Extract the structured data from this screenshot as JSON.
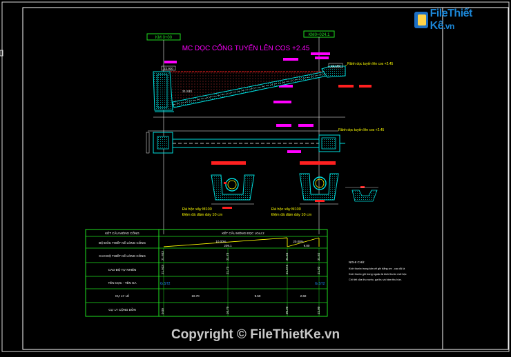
{
  "drawing": {
    "title": "MC DỌC CỐNG TUYẾN LÊN COS +2.45",
    "station_left": "KM 0+00",
    "station_right": "KM0+024.1",
    "dim_left_height": "22.930",
    "dim_left_depth": "21.533",
    "dim_right_top": "22.160",
    "ditch_label_top": "Rãnh dọc tuyến lên cos +2.45",
    "ditch_label_plan": "Rãnh dọc tuyến lên cos +2.45",
    "section_note_1a": "Đá hộc xây M100",
    "section_note_1b": "Đệm đá dăm dày 10 cm",
    "section_note_2a": "Đá hộc xây M100",
    "section_note_2b": "Đệm đá dăm dày 10 cm"
  },
  "table": {
    "header_left": "KẾT CẤU MÓNG CỐNG",
    "header_right": "KẾT CẤU MÓNG ĐỌC LOẠI 2",
    "rows": [
      {
        "label": "ĐỘ DỐC THIẾT KẾ LÒNG CỐNG"
      },
      {
        "label": "CAO ĐỘ THIẾT KẾ LÒNG CỐNG"
      },
      {
        "label": "CAO ĐỘ TỰ NHIÊN"
      },
      {
        "label": "TÊN CỌC - TÊN GA"
      },
      {
        "label": "CỰ LY LẺ"
      },
      {
        "label": "CỰ LY CỘNG DỒN"
      }
    ],
    "slope_1": "10.00%",
    "slope_1b": "209.1",
    "slope_2": "20.00%",
    "slope_2b": "9.80",
    "design_elev": [
      "21.933",
      "21.73",
      "21.64",
      "21.62"
    ],
    "natural_elev": [
      "21.933",
      "21.73",
      "21.674",
      "21.82"
    ],
    "stake_left": "G.ST2",
    "stake_right": "G.ST2",
    "dist_each": [
      "10.70",
      "9.50",
      "2.60"
    ],
    "dist_cum": [
      "0.00",
      "10.70",
      "20.20",
      "22.80"
    ]
  },
  "notes": {
    "heading": "NGHI CHÚ:",
    "lines": [
      "Kích thước trong bản vẽ ghi bằng cm , cao độ là",
      "Kích thước ghi trong ngoặc là kích thước mối hộc",
      "Chi tiết cửa thu nước, ga thu và hầm thu bùn."
    ]
  },
  "logo": {
    "brand": "FileThiết Kế",
    "domain": ".vn"
  },
  "copyright": "Copyright © FileThietKe.vn",
  "colors": {
    "background": "#000000",
    "frame": "#ffffff",
    "cyan": "#00e0e0",
    "magenta": "#ff00ff",
    "red": "#ff2020",
    "yellow": "#ffff00",
    "green": "#20e020"
  }
}
